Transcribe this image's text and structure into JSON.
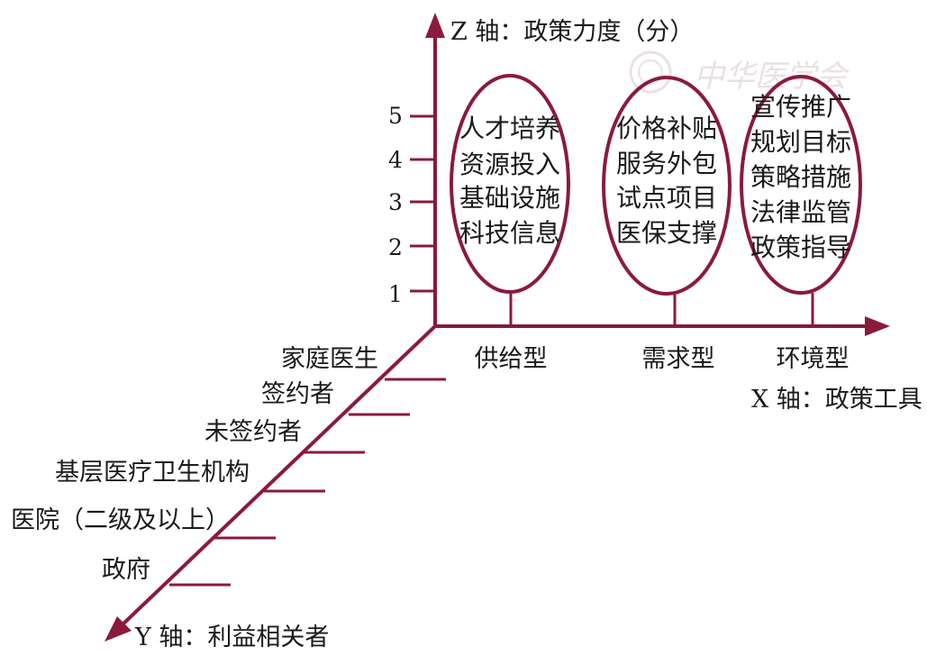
{
  "colors": {
    "axis": "#8b1a3c",
    "text": "#1a1a1a",
    "watermark": "#eae2e2"
  },
  "watermark": "中华医学会",
  "z_axis": {
    "title": "Z 轴：政策力度（分）",
    "ticks": [
      "1",
      "2",
      "3",
      "4",
      "5"
    ]
  },
  "x_axis": {
    "title": "X 轴：政策工具",
    "categories": [
      "供给型",
      "需求型",
      "环境型"
    ]
  },
  "y_axis": {
    "title": "Y 轴：利益相关者",
    "items": [
      "家庭医生",
      "签约者",
      "未签约者",
      "基层医疗卫生机构",
      "医院（二级及以上）",
      "政府"
    ]
  },
  "clusters": [
    {
      "category": "供给型",
      "items": [
        "人才培养",
        "资源投入",
        "基础设施",
        "科技信息"
      ]
    },
    {
      "category": "需求型",
      "items": [
        "价格补贴",
        "服务外包",
        "试点项目",
        "医保支撑"
      ]
    },
    {
      "category": "环境型",
      "items": [
        "宣传推广",
        "规划目标",
        "策略措施",
        "法律监管",
        "政策指导"
      ]
    }
  ]
}
